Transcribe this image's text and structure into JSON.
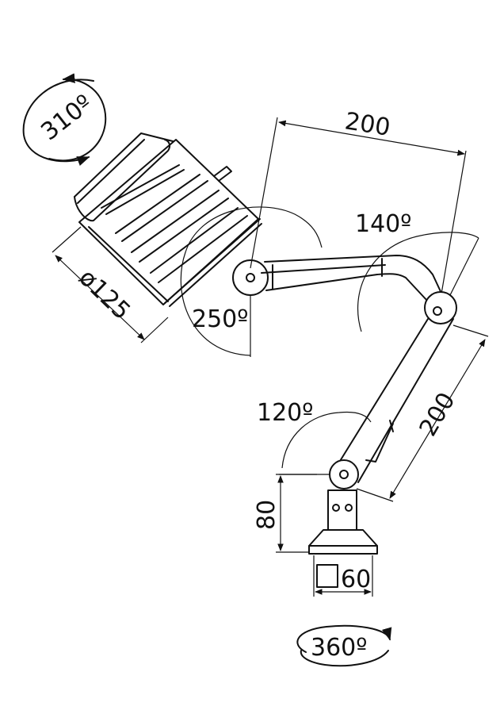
{
  "dimensions": {
    "lamp_rotation": "310º",
    "upper_arm_length": "200",
    "elbow_angle": "140º",
    "head_diameter": "ø125",
    "head_tilt": "250º",
    "lower_arm_length": "200",
    "base_joint_angle": "120º",
    "base_height": "80",
    "base_size": "60",
    "base_rotation": "360º"
  },
  "colors": {
    "line": "#111111",
    "background": "#ffffff"
  }
}
